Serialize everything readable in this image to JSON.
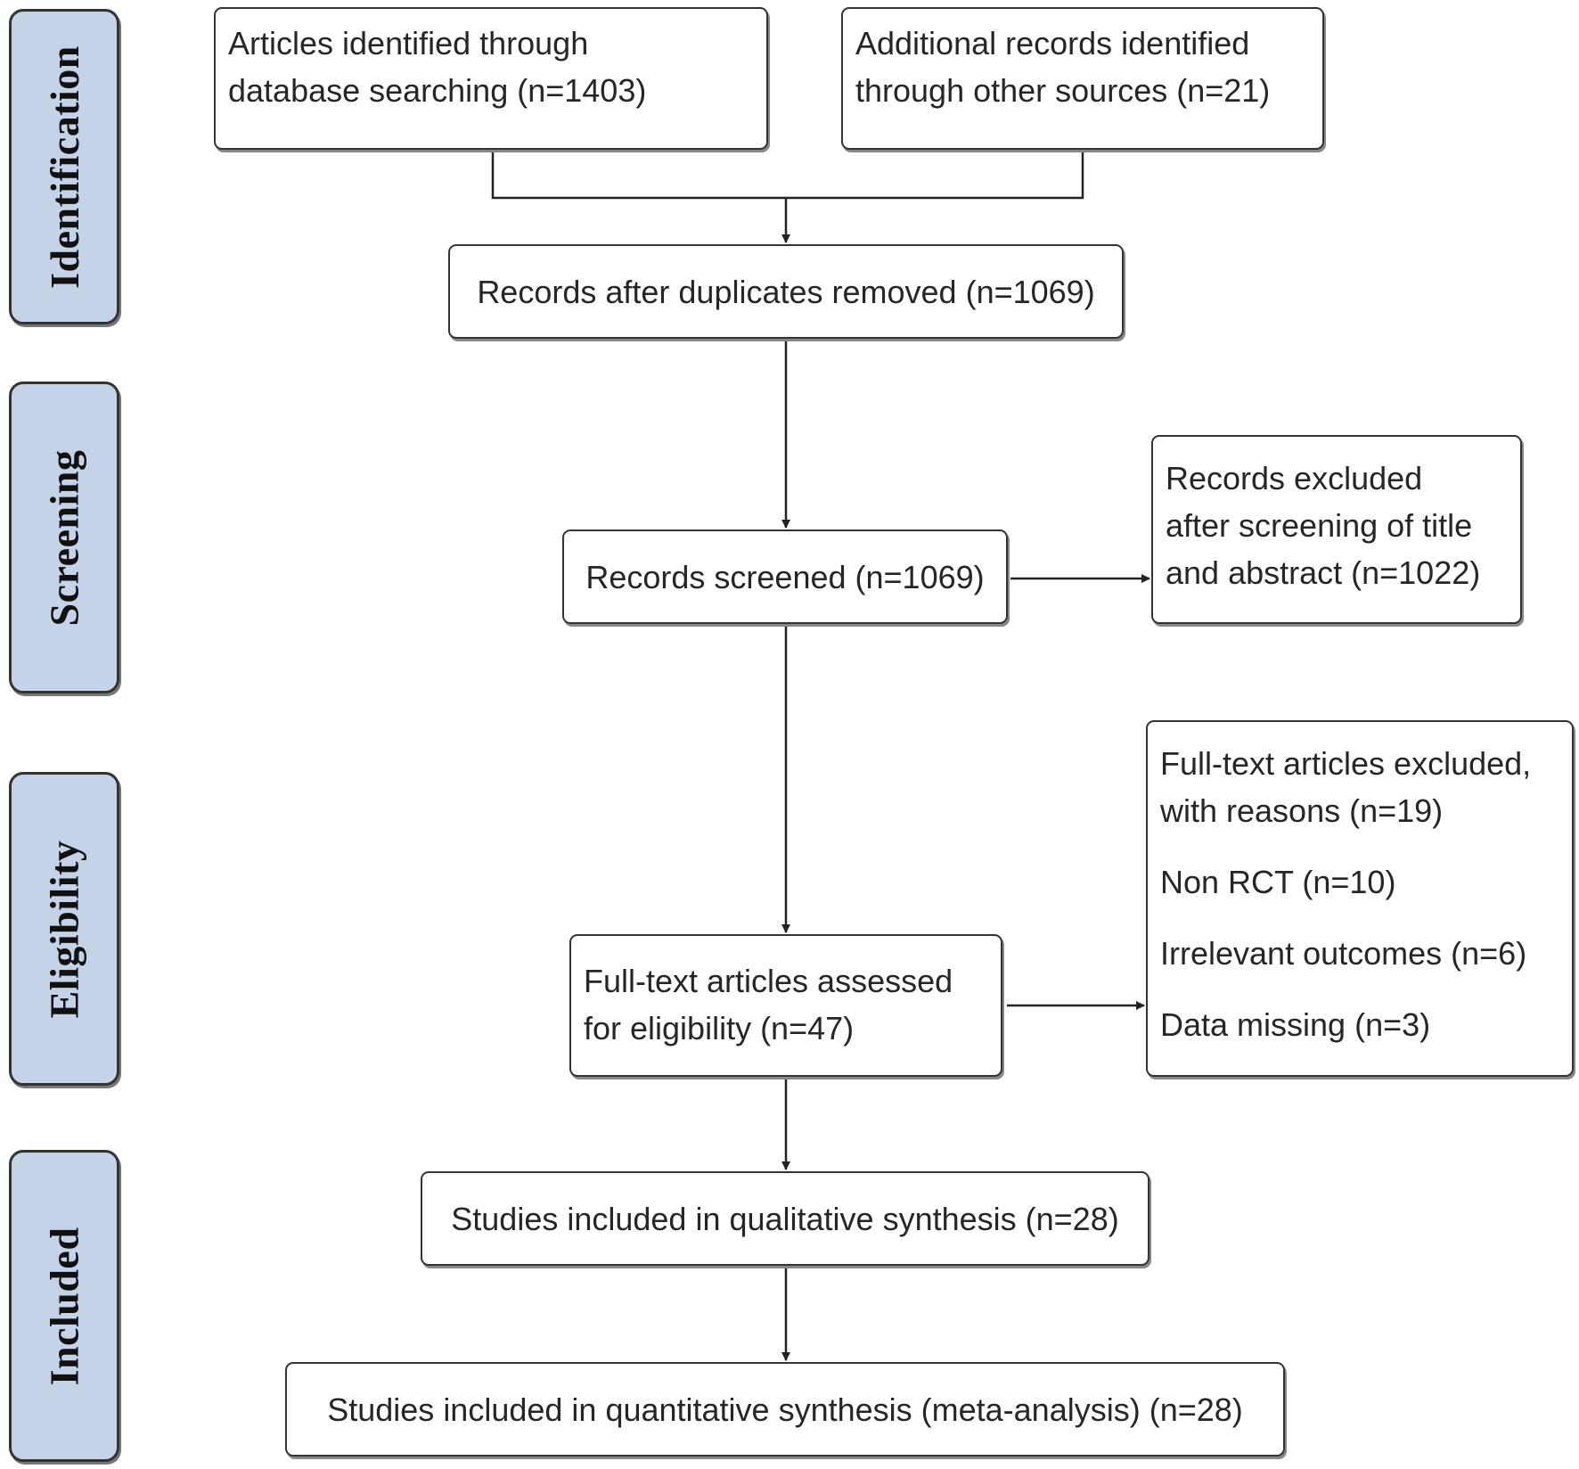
{
  "stages": [
    {
      "id": "identification",
      "label": "Identification"
    },
    {
      "id": "screening",
      "label": "Screening"
    },
    {
      "id": "eligibility",
      "label": "Eligibility"
    },
    {
      "id": "included",
      "label": "Included"
    }
  ],
  "boxes": {
    "database_search": {
      "lines": [
        "Articles identified through",
        "database searching (n=1403)"
      ]
    },
    "other_sources": {
      "lines": [
        "Additional records identified",
        "through other sources (n=21)"
      ]
    },
    "duplicates_removed": {
      "text": "Records after duplicates removed (n=1069)"
    },
    "records_screened": {
      "text": "Records screened (n=1069)"
    },
    "records_excluded": {
      "lines": [
        "Records excluded",
        "after screening of title",
        "and abstract (n=1022)"
      ]
    },
    "fulltext_assessed": {
      "lines": [
        "Full-text articles assessed",
        "for eligibility (n=47)"
      ]
    },
    "fulltext_excluded": {
      "lines": [
        "Full-text articles excluded,",
        "with reasons (n=19)"
      ],
      "reasons": [
        "Non RCT (n=10)",
        "Irrelevant outcomes (n=6)",
        "Data missing (n=3)"
      ]
    },
    "qualitative": {
      "text": "Studies included in qualitative synthesis (n=28)"
    },
    "quantitative": {
      "text": "Studies included in quantitative synthesis (meta-analysis) (n=28)"
    }
  },
  "colors": {
    "stage_fill": "#c5d3e8",
    "border": "#333333",
    "connector": "#222222"
  }
}
